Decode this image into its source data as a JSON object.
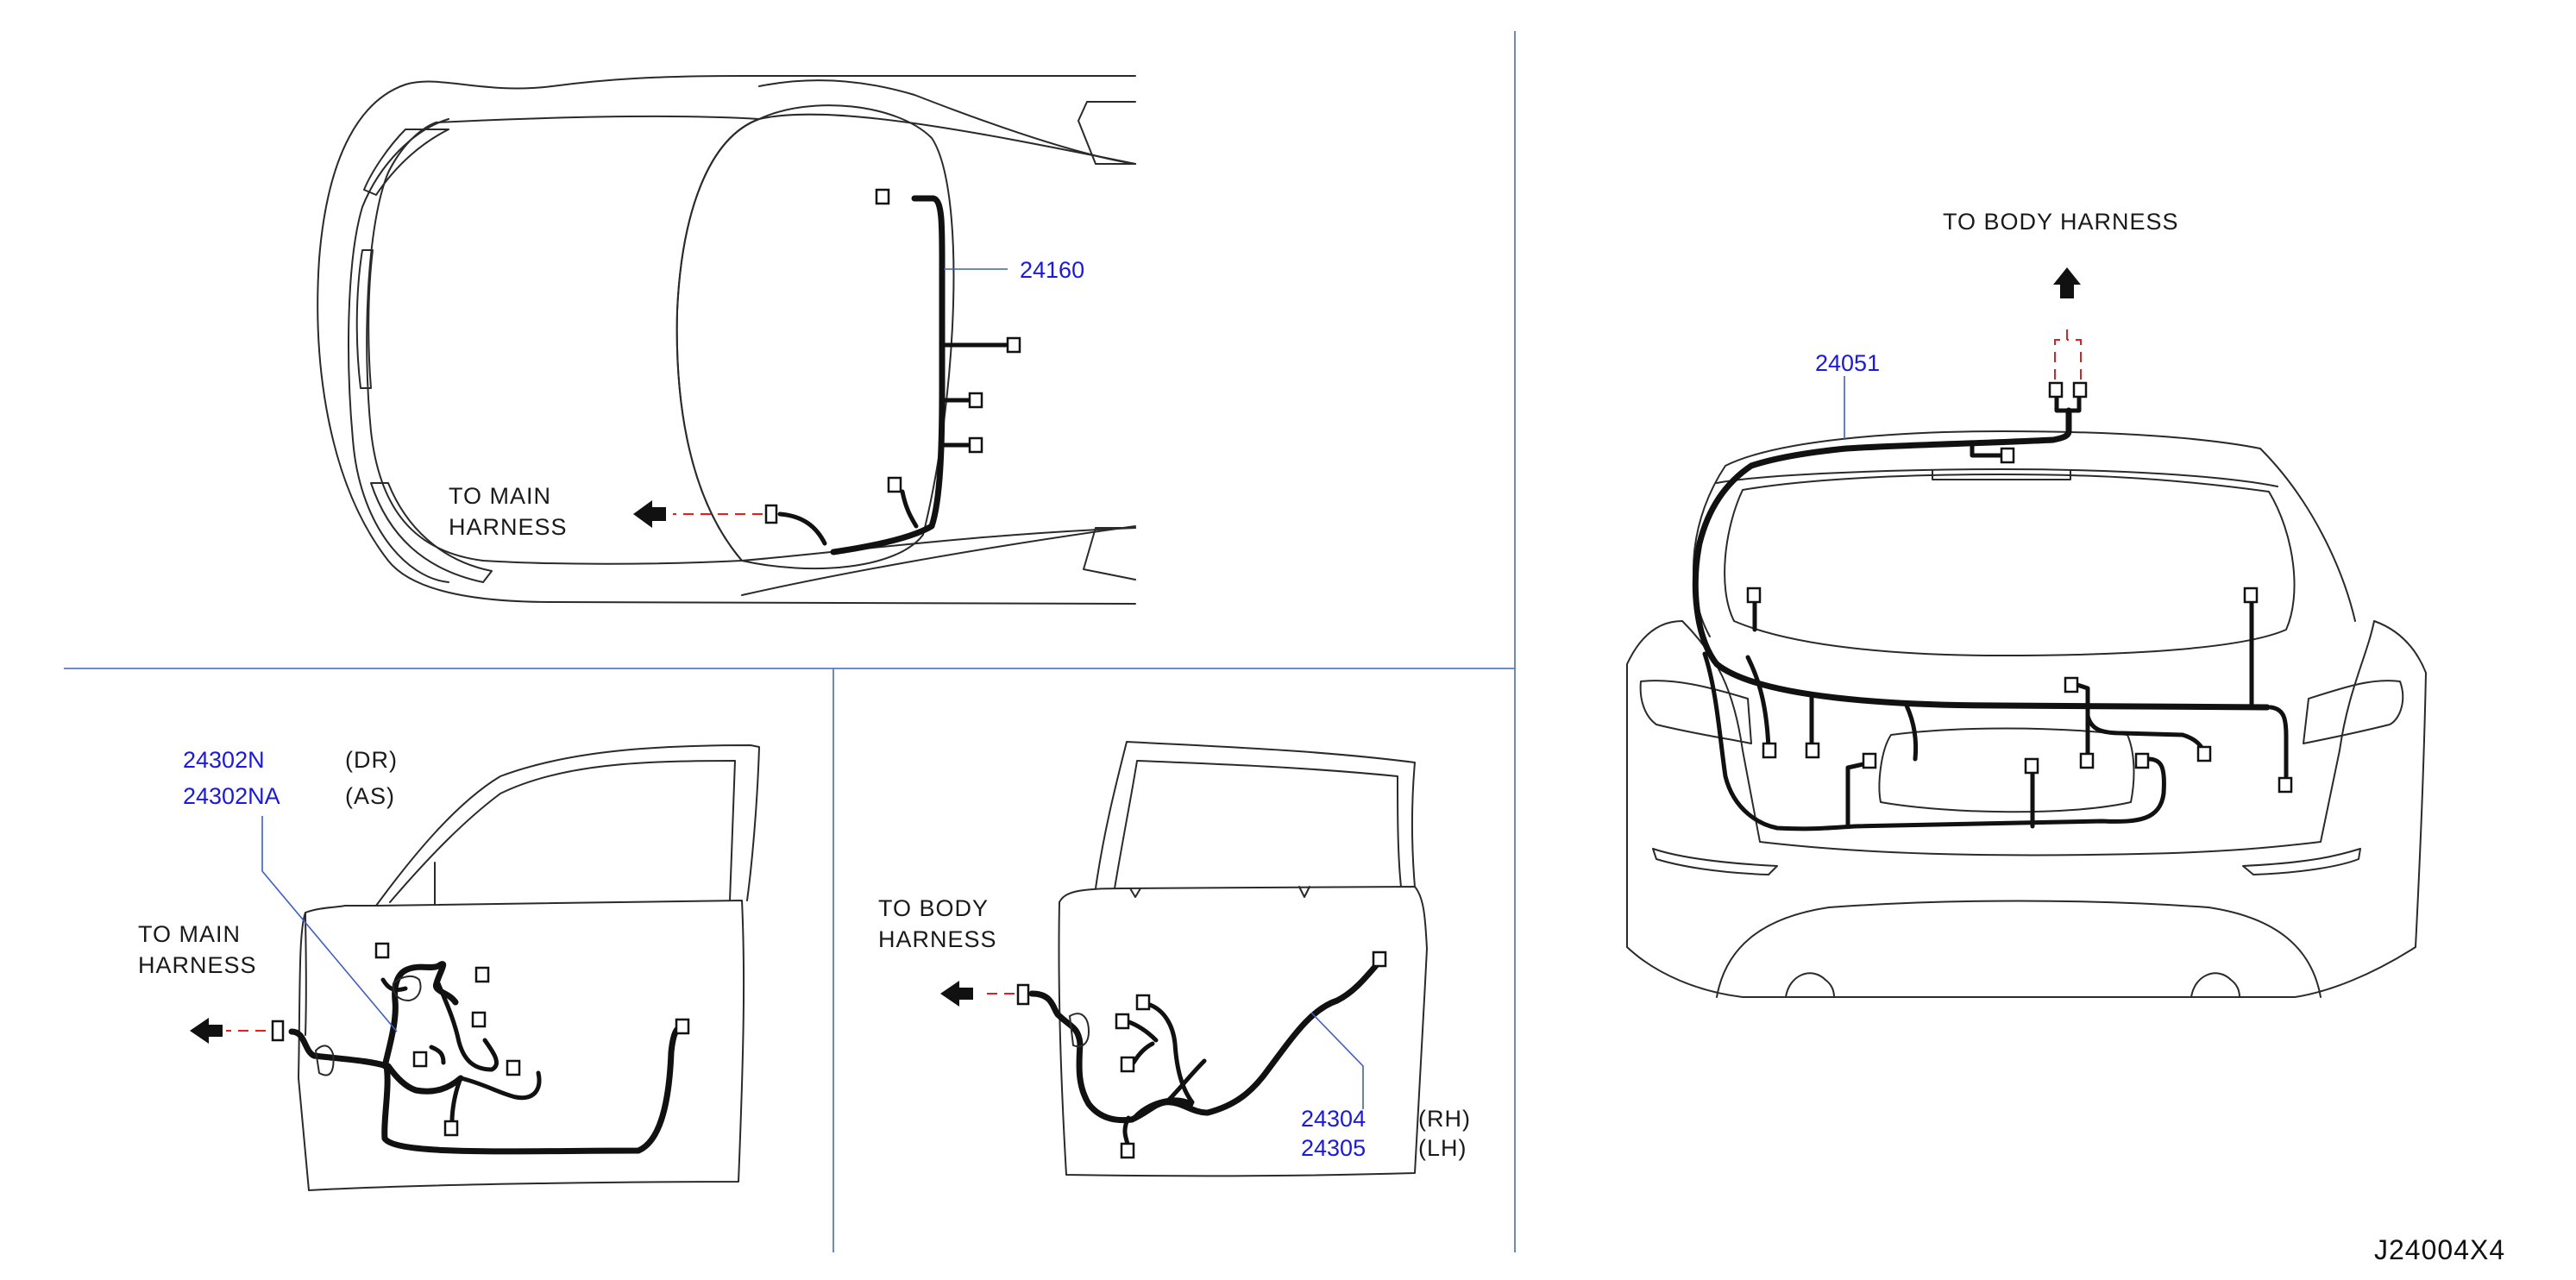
{
  "colors": {
    "part_number": "#1a1ad8",
    "text": "#1a1a1a",
    "harness": "#111111",
    "outline": "#2a2a2a",
    "leader": "#3f5fbf",
    "dashed_connection": "#e02020",
    "divider": "#5a7cc0"
  },
  "hood_panel": {
    "part_number": "24160",
    "direction_label_line1": "TO  MAIN",
    "direction_label_line2": "HARNESS"
  },
  "front_door_panel": {
    "part_number_dr": "24302N",
    "side_dr": "(DR)",
    "part_number_as": "24302NA",
    "side_as": "(AS)",
    "direction_label_line1": "TO  MAIN",
    "direction_label_line2": "HARNESS"
  },
  "rear_door_panel": {
    "direction_label_line1": "TO  BODY",
    "direction_label_line2": "HARNESS",
    "part_number_rh": "24304",
    "side_rh": "(RH)",
    "part_number_lh": "24305",
    "side_lh": "(LH)"
  },
  "back_door_panel": {
    "direction_label": "TO  BODY  HARNESS",
    "part_number": "24051"
  },
  "diagram_code": "J24004X4",
  "icons": [
    "left-arrow-icon",
    "up-arrow-icon",
    "connector-icon"
  ]
}
